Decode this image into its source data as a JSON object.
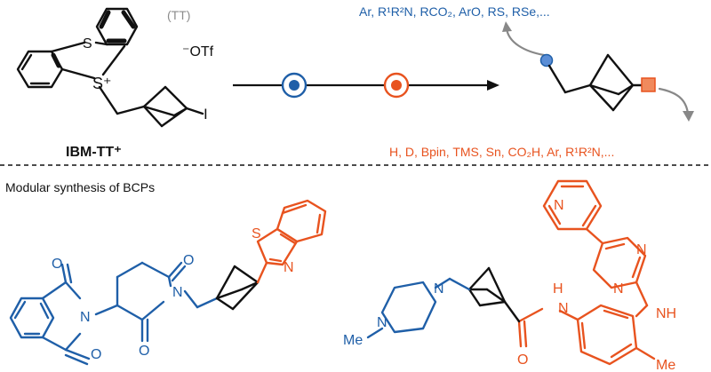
{
  "colors": {
    "blue": "#1f5fa8",
    "orange": "#e8531f",
    "black": "#111111",
    "gray": "#8c8c8c"
  },
  "reagent": {
    "tt_tag": "(TT)",
    "counterion": "⁻OTf",
    "sulfur": "S",
    "sulfonium": "S⁺",
    "iodine": "I",
    "name": "IBM-TT⁺"
  },
  "product_scheme": {
    "blue_groups": "Ar, R¹R²N, RCO₂, ArO, RS, RSe,...",
    "orange_groups": "H, D, Bpin, TMS, Sn, CO₂H, Ar,  R¹R²N,..."
  },
  "section_title": "Modular synthesis of BCPs",
  "atoms": {
    "oxygen": "O",
    "nitrogen": "N",
    "sulfur": "S",
    "nh": "NH",
    "h": "H",
    "me": "Me"
  }
}
